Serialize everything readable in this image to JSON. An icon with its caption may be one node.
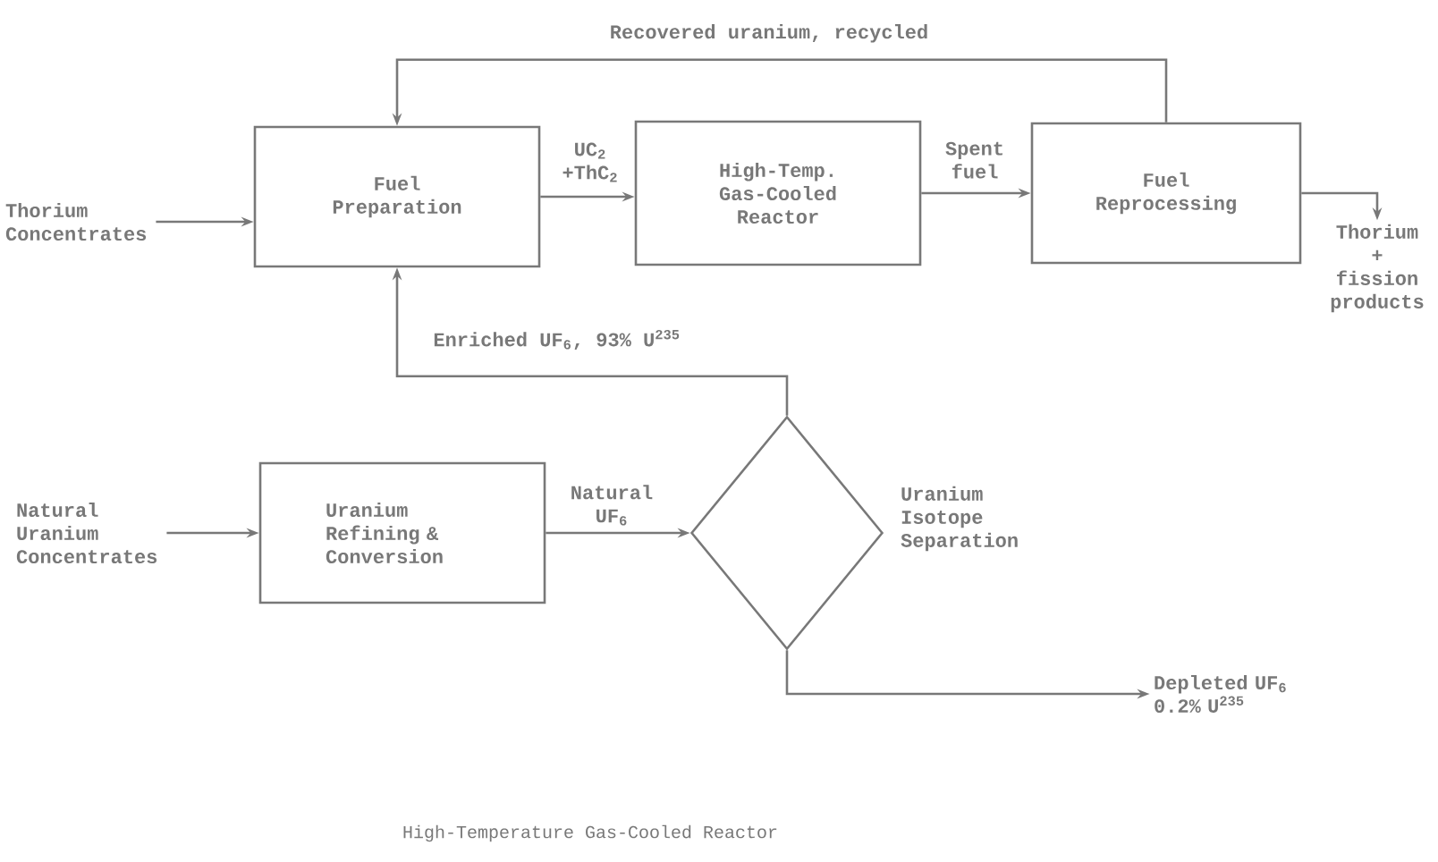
{
  "diagram": {
    "caption": "High-Temperature Gas-Cooled Reactor",
    "nodes": [
      {
        "text": [
          "Thorium Concentrates"
        ]
      },
      {
        "text": [
          "Fuel Preparation"
        ]
      },
      {
        "text": [
          "High-Temp. Gas-Cooled Reactor"
        ]
      },
      {
        "text": [
          "Fuel Reprocessing"
        ]
      },
      {
        "text": [
          "Thorium + fission products"
        ]
      },
      {
        "text": [
          "Natural Uranium Concentrates"
        ]
      },
      {
        "text": [
          "Uranium Refining & Conversion"
        ]
      },
      {
        "text": [],
        "shape": "diamond",
        "beside": [
          "Uranium Isotope Separation"
        ]
      },
      {
        "text": [
          "Depleted UF$_{6}$ 0.2% U$^{235}$"
        ]
      }
    ],
    "edges": [
      {
        "from": 0,
        "to": 1,
        "arrow": "to"
      },
      {
        "from": 1,
        "to": 2,
        "arrow": "to",
        "label": "UC$_{2}$ +ThC$_{2}$"
      },
      {
        "from": 2,
        "to": 3,
        "arrow": "to",
        "label": "Spent fuel"
      },
      {
        "from": 3,
        "to": 1,
        "arrow": "to",
        "label": "Recovered uranium, recycled"
      },
      {
        "from": 3,
        "to": 4,
        "arrow": "to"
      },
      {
        "from": 5,
        "to": 6,
        "arrow": "to"
      },
      {
        "from": 6,
        "to": 7,
        "arrow": "to",
        "label": "Natural UF$_{6}$"
      },
      {
        "from": 7,
        "to": 1,
        "arrow": "to",
        "label": "Enriched UF$_{6}$, 93% U$^{235}$"
      },
      {
        "from": 7,
        "to": 8,
        "arrow": "to"
      }
    ]
  }
}
